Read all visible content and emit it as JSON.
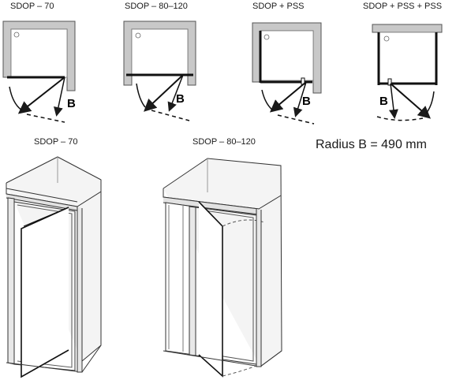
{
  "labels": {
    "plan_1": "SDOP – 70",
    "plan_2": "SDOP – 80–120",
    "plan_3": "SDOP + PSS",
    "plan_4": "SDOP + PSS + PSS",
    "view_1": "SDOP – 70",
    "view_2": "SDOP – 80–120"
  },
  "radius_text": "Radius  B = 490 mm",
  "marker": "B"
}
